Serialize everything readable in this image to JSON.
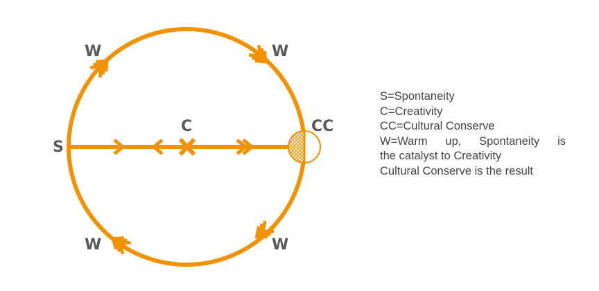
{
  "diagram": {
    "colors": {
      "stroke": "#f39200",
      "label": "#5a5a5a",
      "legend_text": "#444444"
    },
    "nodes": {
      "s": "S",
      "c": "C",
      "cc": "CC",
      "w_top_left": "W",
      "w_top_right": "W",
      "w_bottom_left": "W",
      "w_bottom_right": "W"
    },
    "icons": {
      "c_marker": "cross-icon",
      "cc_marker": "hatched-circle-icon",
      "flow_markers": "chevron-arrow-icon"
    }
  },
  "legend": {
    "line_1": "S=Spontaneity",
    "line_2": "C=Creativity",
    "line_3": "CC=Cultural Conserve",
    "line_4": "W=Warm up, Spontaneity is",
    "line_5": "the catalyst to Creativity",
    "line_6": "Cultural Conserve is the result"
  }
}
